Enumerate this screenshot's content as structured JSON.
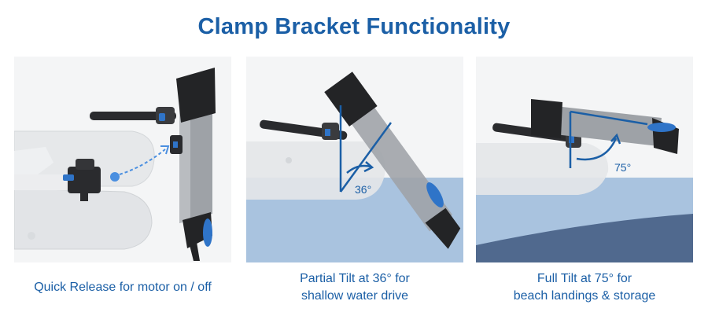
{
  "header": {
    "title": "Clamp Bracket Functionality"
  },
  "panels": [
    {
      "caption_line1": "Quick Release for motor on / off",
      "caption_line2": ""
    },
    {
      "angle_label": "36°",
      "caption_line1": "Partial Tilt at 36° for",
      "caption_line2": "shallow water drive"
    },
    {
      "angle_label": "75°",
      "caption_line1": "Full Tilt at 75° for",
      "caption_line2": "beach landings & storage"
    }
  ],
  "colors": {
    "brand_blue": "#1b5fa6",
    "water_light": "#a9c3df",
    "water_dark": "#50698e",
    "panel_bg": "#f4f5f6",
    "boat_gray": "#e4e6e8",
    "motor_gray": "#9ea2a7",
    "motor_black": "#232426",
    "accent_blue": "#2f74c8"
  }
}
